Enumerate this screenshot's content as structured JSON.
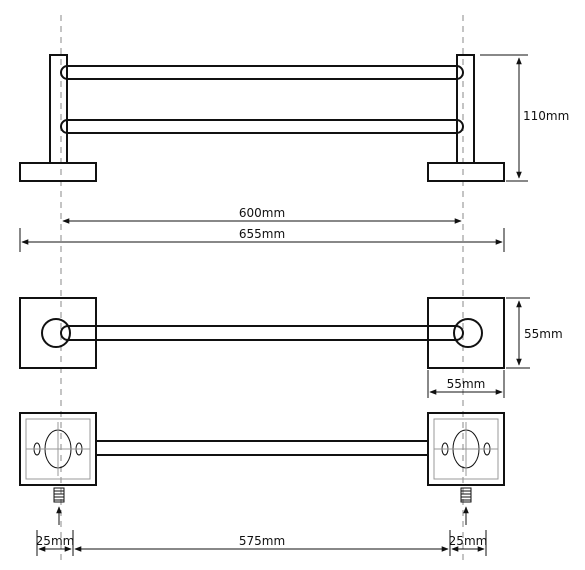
{
  "dimensions": {
    "height_front": "110mm",
    "inner_span": "600mm",
    "overall_width": "655mm",
    "plate_height": "55mm",
    "plate_width": "55mm",
    "left_offset": "25mm",
    "bar_span": "575mm",
    "right_offset": "25mm"
  },
  "colors": {
    "line": "#111111",
    "centerline": "#888888"
  }
}
